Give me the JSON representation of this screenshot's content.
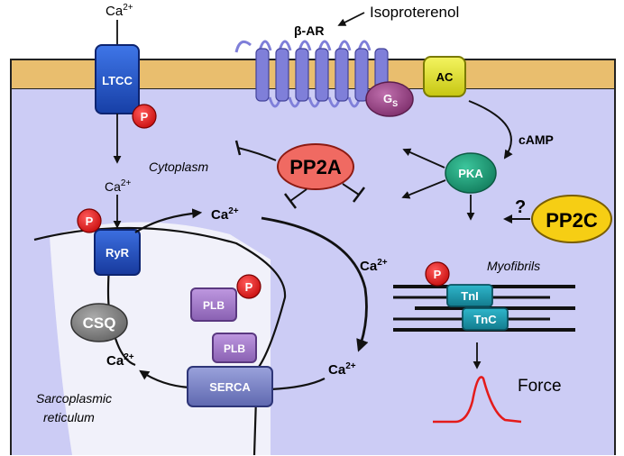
{
  "extracellular": {
    "ca_ion": "Ca",
    "ca_charge": "2+",
    "ligand": "Isoproterenol"
  },
  "membrane": {
    "ltcc": "LTCC",
    "beta_ar": "β-AR",
    "gs_main": "G",
    "gs_sub": "S",
    "ac": "AC"
  },
  "cytoplasm": {
    "label": "Cytoplasm",
    "camp": "cAMP",
    "pka": "PKA",
    "pp2a": "PP2A",
    "pp2c": "PP2C",
    "question": "?",
    "phospho": "P",
    "ca_ion": "Ca",
    "ca_charge": "2+"
  },
  "sr": {
    "ryr": "RyR",
    "csq": "CSQ",
    "plb": "PLB",
    "serca": "SERCA",
    "label_line1": "Sarcoplasmic",
    "label_line2": "reticulum"
  },
  "myofibrils": {
    "label": "Myofibrils",
    "tni": "TnI",
    "tnc": "TnC",
    "force": "Force"
  },
  "colors": {
    "membrane": "#E9BE6E",
    "cell": "#CCCCF5",
    "sr": "#F1F1FA",
    "ltcc": "#1F4FCF",
    "receptor": "#7F7FD9",
    "gs": "#A24C8E",
    "ac": "#E6E62E",
    "pka": "#1FA37F",
    "pp2a": "#F06A62",
    "pp2c": "#F6CE14",
    "phospho": "#E41B1B",
    "plb": "#A47CC8",
    "serca": "#7F88C8",
    "csq": "#888888",
    "troponin": "#1A9AAF",
    "force_curve": "#E41B1B"
  }
}
